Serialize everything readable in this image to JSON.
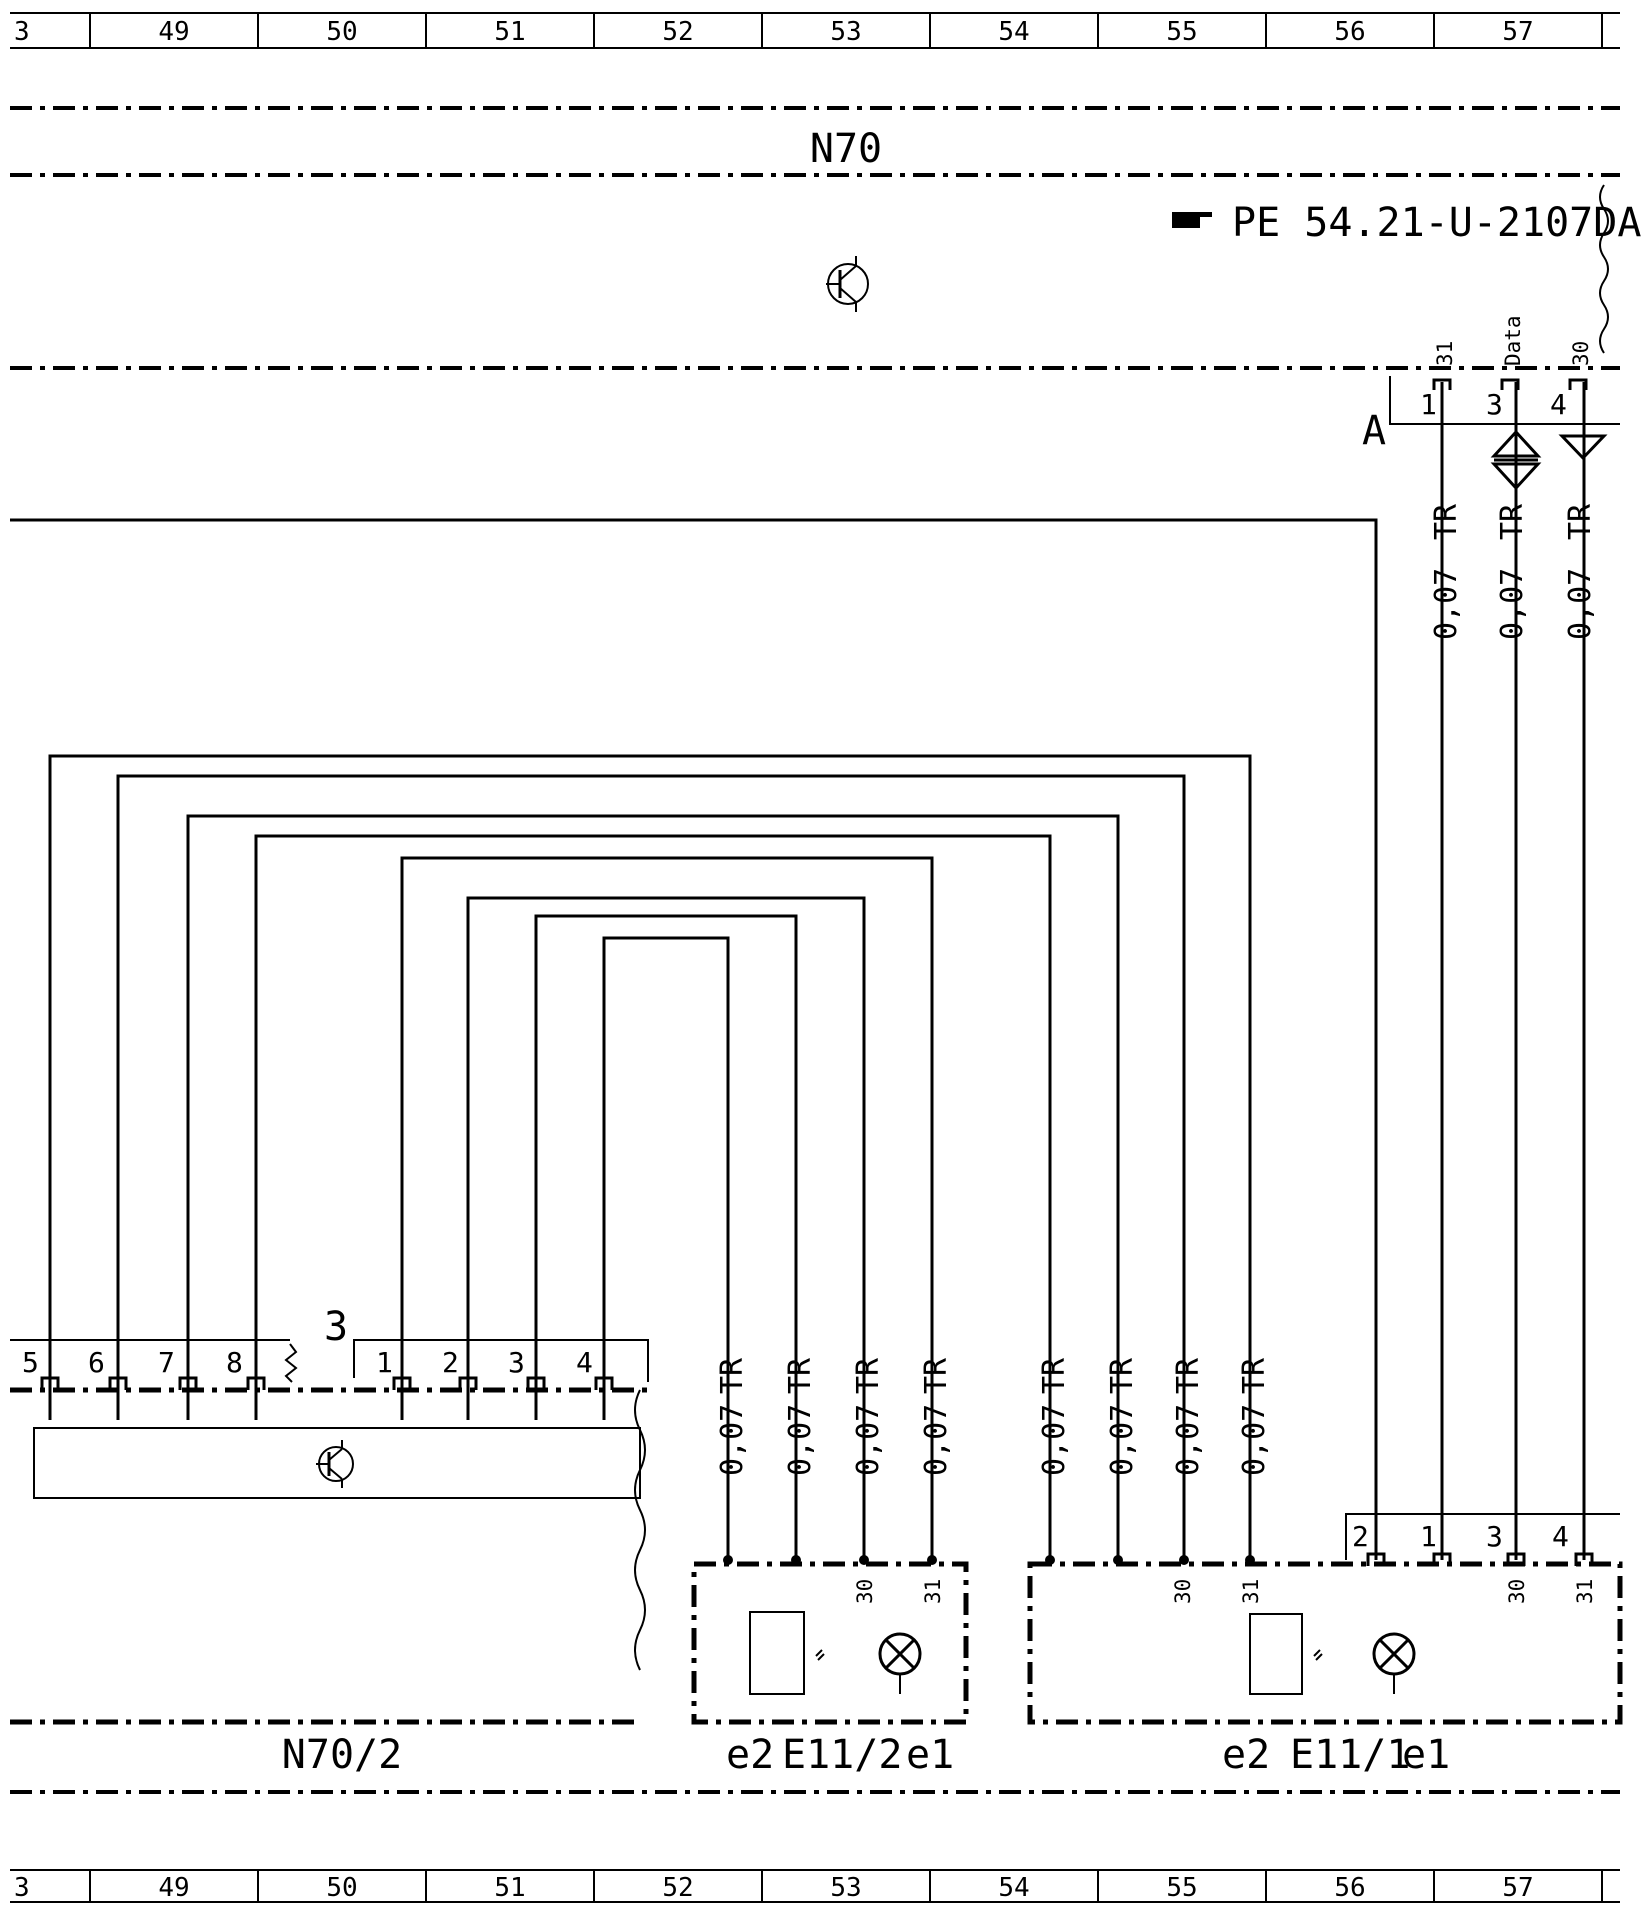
{
  "grid_columns": [
    "3",
    "49",
    "50",
    "51",
    "52",
    "53",
    "54",
    "55",
    "56",
    "57"
  ],
  "module_top_label": "N70",
  "reference": {
    "icon": "pointing-hand-icon",
    "text": "PE 54.21-U-2107DA"
  },
  "connector_a": {
    "label": "A",
    "pins": [
      {
        "pin": "1",
        "signal": "31"
      },
      {
        "pin": "3",
        "signal": "Data"
      },
      {
        "pin": "4",
        "signal": "30"
      }
    ]
  },
  "connector_3": {
    "label": "3",
    "pins_left": [
      "5",
      "6",
      "7",
      "8"
    ],
    "pins_right": [
      "1",
      "2",
      "3",
      "4"
    ]
  },
  "wire_spec": {
    "size": "0,07",
    "color": "TR"
  },
  "module_bottom_label": "N70/2",
  "lamp_left": {
    "left": "e2",
    "name": "E11/2",
    "right": "e1",
    "terminals": [
      "30",
      "31"
    ]
  },
  "lamp_right": {
    "left": "e2",
    "name": "E11/1",
    "right": "e1",
    "terminals": [
      "30",
      "31"
    ],
    "connector_pins": [
      "2",
      "1",
      "3",
      "4"
    ],
    "connector_terminals": [
      "30",
      "31"
    ]
  }
}
